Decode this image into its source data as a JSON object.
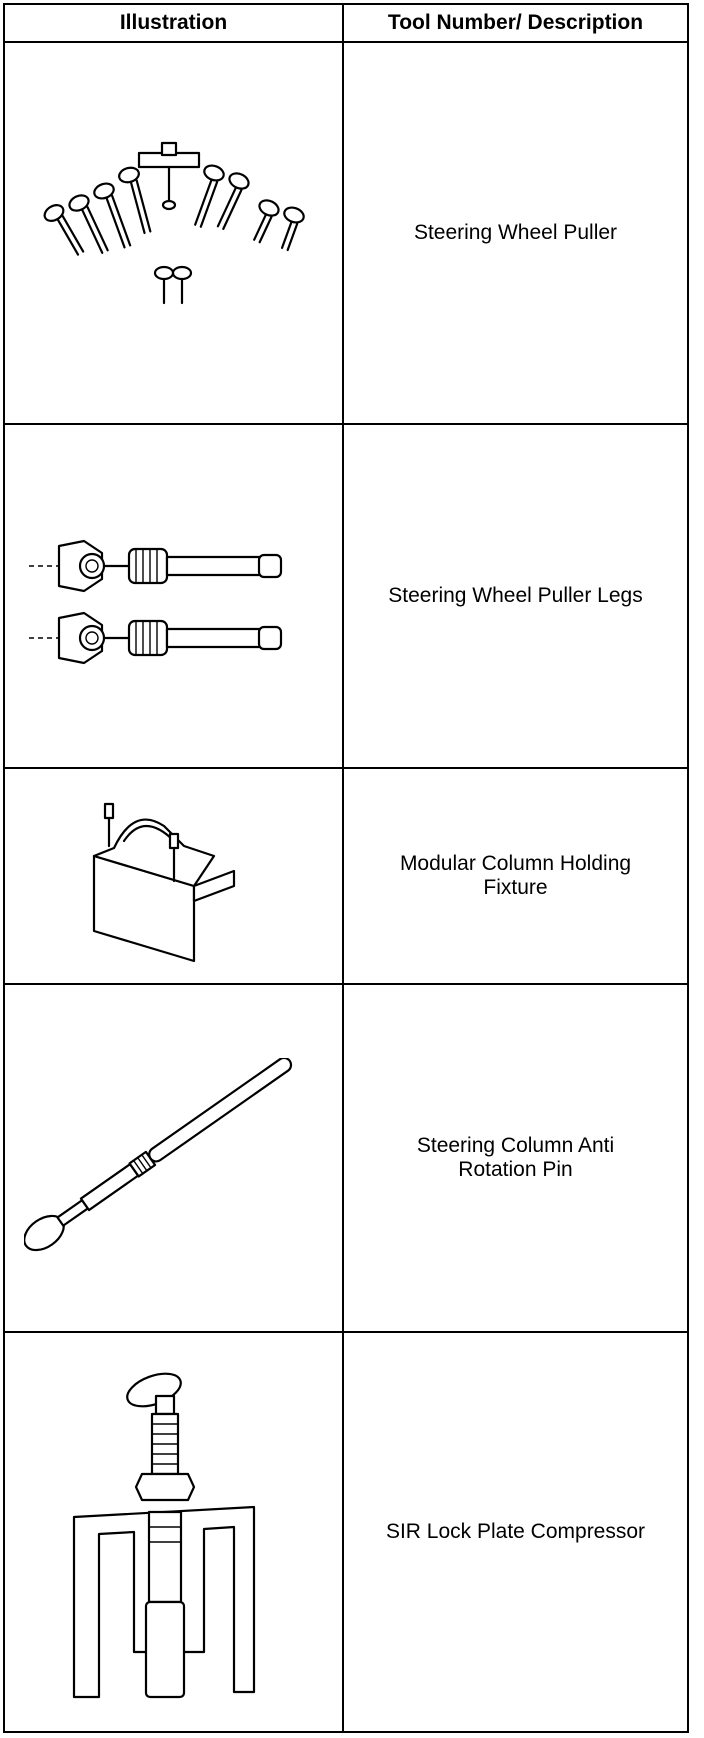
{
  "header": {
    "illustration": "Illustration",
    "description": "Tool Number/ Description"
  },
  "tools": [
    {
      "description": "Steering Wheel Puller",
      "icon": "steering-wheel-puller-illustration"
    },
    {
      "description": "Steering Wheel Puller Legs",
      "icon": "puller-legs-illustration"
    },
    {
      "description": "Modular Column Holding\nFixture",
      "icon": "holding-fixture-illustration"
    },
    {
      "description": "Steering Column Anti\nRotation Pin",
      "icon": "anti-rotation-pin-illustration"
    },
    {
      "description": "SIR Lock Plate Compressor",
      "icon": "lock-plate-compressor-illustration"
    }
  ]
}
